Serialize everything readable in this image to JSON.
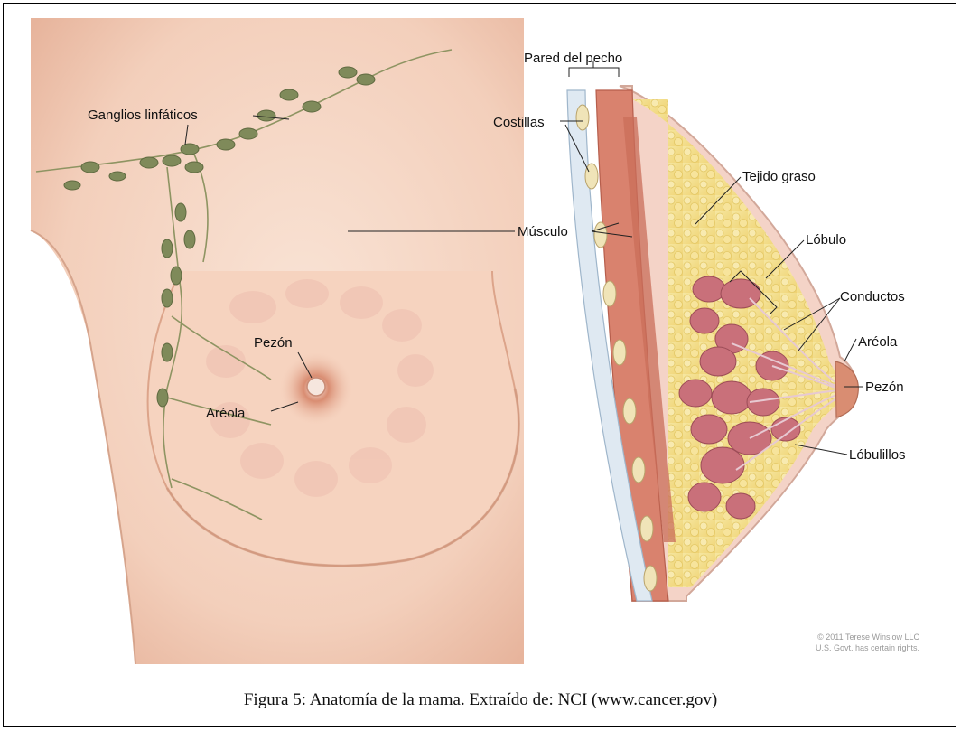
{
  "left_diagram": {
    "labels": {
      "ganglios": "Ganglios linfáticos",
      "pezon": "Pezón",
      "areola": "Aréola"
    }
  },
  "right_diagram": {
    "labels": {
      "pared": "Pared del pecho",
      "costillas": "Costillas",
      "tejido": "Tejido graso",
      "musculo": "Músculo",
      "lobulo": "Lóbulo",
      "conductos": "Conductos",
      "areola": "Aréola",
      "pezon": "Pezón",
      "lobulillos": "Lóbulillos"
    }
  },
  "credit": {
    "line1": "© 2011 Terese Winslow LLC",
    "line2": "U.S. Govt. has certain rights."
  },
  "caption": "Figura 5: Anatomía de la mama. Extraído de: NCI (www.cancer.gov)",
  "colors": {
    "skin": "#f6d6c4",
    "skin_shadow": "#e9b9a2",
    "node": "#7f8a5a",
    "fat": "#f3df8a",
    "muscle": "#d9826e",
    "lobule": "#c9707a"
  }
}
